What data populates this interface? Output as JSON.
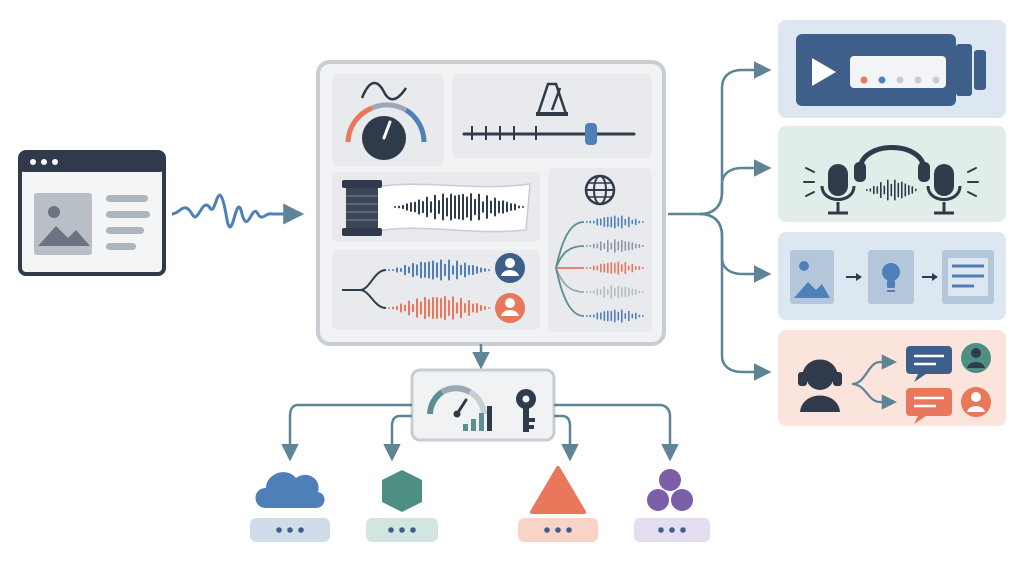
{
  "colors": {
    "blue": "#4f7fb8",
    "navy": "#3e5f8a",
    "dark": "#2f3b4b",
    "teal": "#5c8f93",
    "green": "#4e8f84",
    "orange": "#e8775c",
    "purple": "#7a5ea8",
    "panel_bg": "#eef0f2",
    "panel_border": "#c8cdd3",
    "arrow": "#5e8596",
    "card_blue": "#dde7f1",
    "card_green": "#e1ede9",
    "card_orange": "#fbe4dc",
    "card_purple": "#e9e4f1"
  },
  "icons": {
    "source": "web-page-image-icon",
    "input_signal": "audio-waveform-icon",
    "pitch": "pitch-curve-icon",
    "knob": "dial-knob-icon",
    "tempo": "metronome-icon",
    "slider": "tempo-slider-icon",
    "spool": "audio-tape-spool-icon",
    "languages": "globe-icon",
    "speaker_blue": "user-avatar-blue-icon",
    "speaker_orange": "user-avatar-orange-icon",
    "gauge": "speed-gauge-icon",
    "signal": "signal-bars-icon",
    "key": "key-icon",
    "cloud": "cloud-icon",
    "hexagon": "hexagon-icon",
    "triangle": "triangle-icon",
    "circles": "three-circles-icon",
    "video": "video-player-icon",
    "podcast": "podcast-headphones-microphones-icon",
    "image_to_text": "image-idea-text-icon",
    "assistant": "voice-assistant-chat-icon"
  },
  "destinations": [
    "cloud",
    "hexagon",
    "triangle",
    "circles"
  ],
  "outputs": [
    "video",
    "podcast",
    "image-to-text",
    "assistant"
  ]
}
